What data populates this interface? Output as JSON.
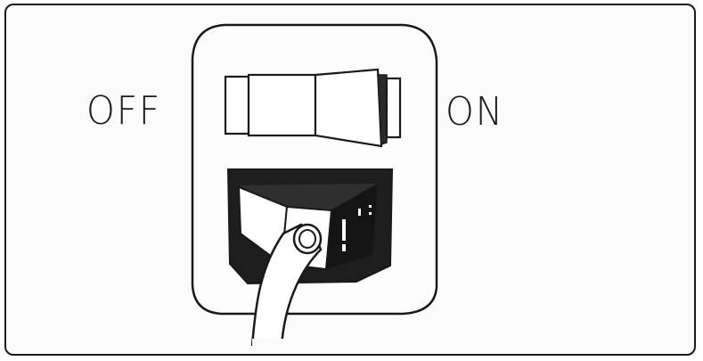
{
  "labels": {
    "off": "OFF",
    "on": "ON"
  },
  "switch": {
    "state": "on",
    "icon": "rocker-switch-icon"
  },
  "colors": {
    "ink": "#1a1a1a",
    "paper": "#ffffff",
    "recess": "#1e1e1e"
  }
}
